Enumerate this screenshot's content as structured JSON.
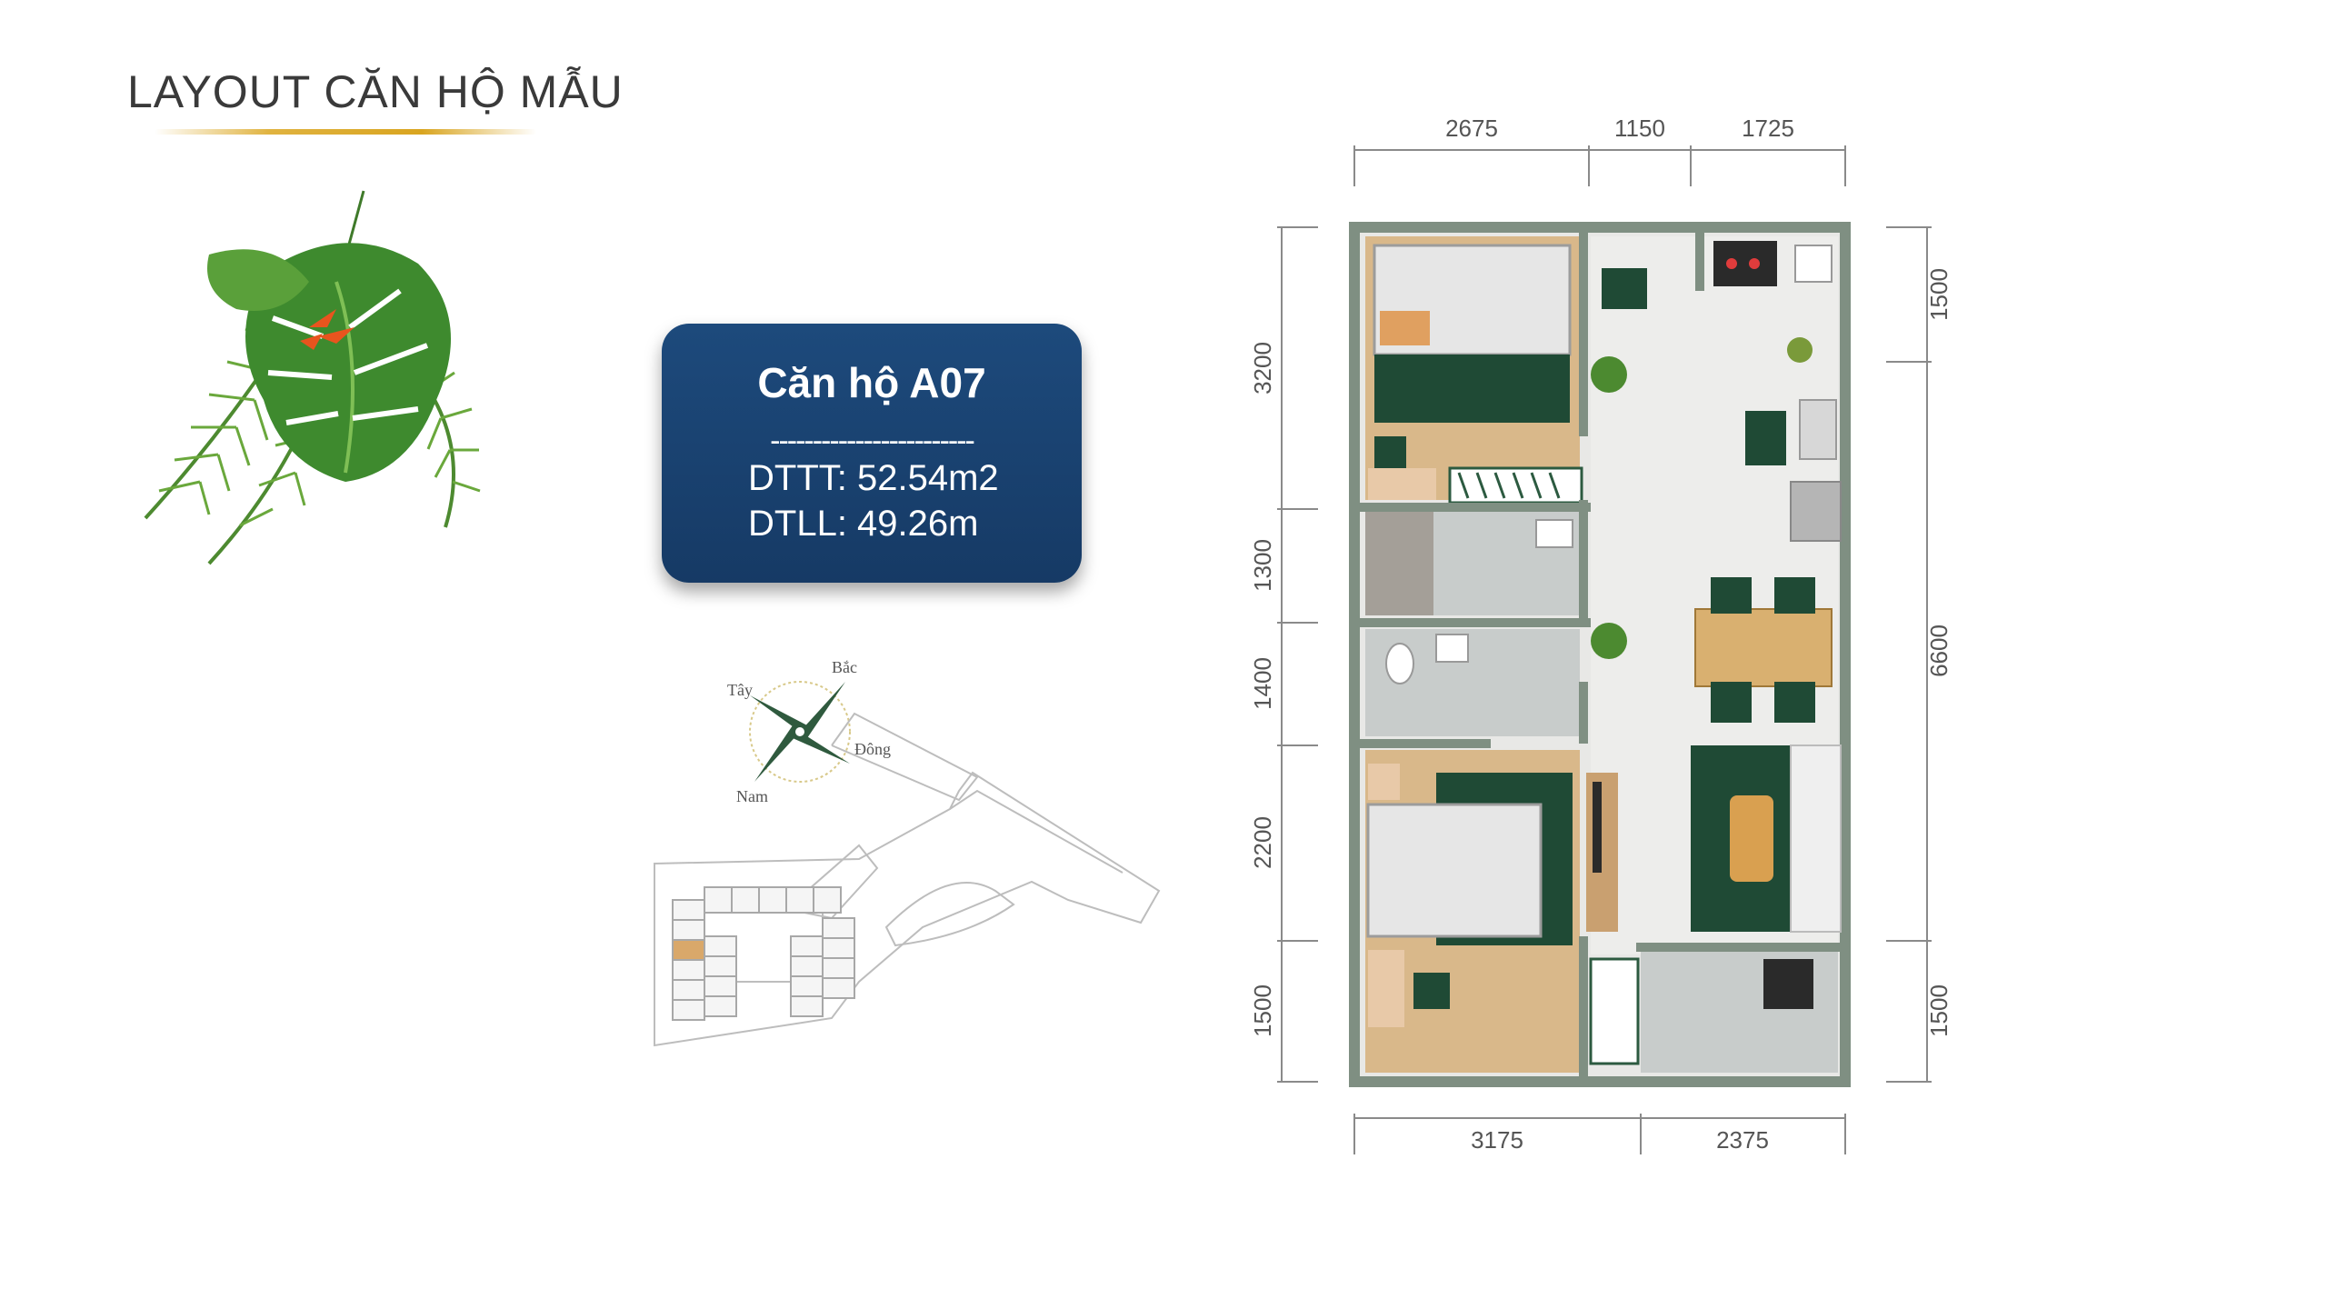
{
  "header": {
    "title": "LAYOUT CĂN HỘ MẪU"
  },
  "card": {
    "name": "Căn hộ A07",
    "dashes": "------------------------",
    "dttt": "DTTT: 52.54m2",
    "dtll": "DTLL: 49.26m"
  },
  "compass": {
    "north": "Bắc",
    "west": "Tây",
    "east": "Đông",
    "south": "Nam"
  },
  "dimensions": {
    "top": [
      "2675",
      "1150",
      "1725"
    ],
    "bottom": [
      "3175",
      "2375"
    ],
    "left": [
      "3200",
      "1300",
      "1400",
      "2200",
      "1500"
    ],
    "right": [
      "1500",
      "6600",
      "1500"
    ]
  },
  "colors": {
    "card": "#163a65",
    "accent_gold": "#d9a520",
    "wall": "#8a9a8c",
    "green": "#1f4a35",
    "wood": "#d9b88a"
  }
}
